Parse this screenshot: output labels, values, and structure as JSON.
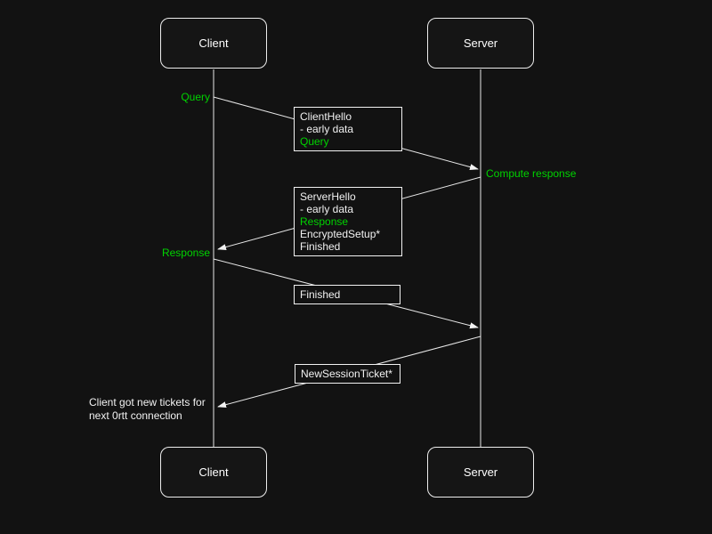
{
  "diagram_type": "sequence-diagram",
  "colors": {
    "background": "#121212",
    "accent_green": "#00d300",
    "line_white": "#e8e8e8"
  },
  "actors": {
    "client": "Client",
    "server": "Server"
  },
  "messages": {
    "client_hello": {
      "l1": "ClientHello",
      "l2": "- early data",
      "l3": "Query"
    },
    "server_hello": {
      "l1": "ServerHello",
      "l2": "- early data",
      "l3": "Response",
      "l4": "EncryptedSetup*",
      "l5": "Finished"
    },
    "finished": {
      "l1": "Finished"
    },
    "new_session_ticket": {
      "l1": "NewSessionTicket*"
    }
  },
  "annotations": {
    "query": "Query",
    "compute_response": "Compute response",
    "response": "Response",
    "note_line1": "Client got new tickets for",
    "note_line2": "next 0rtt connection"
  }
}
